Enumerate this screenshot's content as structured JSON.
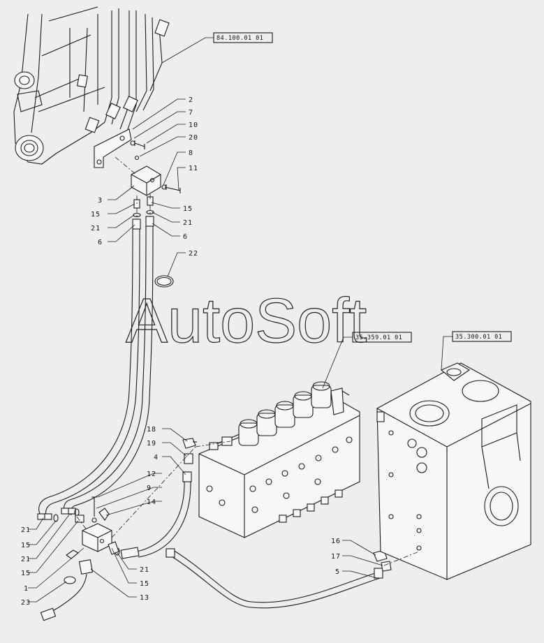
{
  "watermark": "AutoSoft",
  "references": {
    "ref1": "84.100.01 01",
    "ref2": "35.359.01 01",
    "ref3": "35.300.01 01"
  },
  "callouts": {
    "n2": "2",
    "n7": "7",
    "n10": "10",
    "n20": "20",
    "n8": "8",
    "n11": "11",
    "n3": "3",
    "n15a": "15",
    "n21a": "21",
    "n6a": "6",
    "n15b": "15",
    "n21b": "21",
    "n6b": "6",
    "n22": "22",
    "n18": "18",
    "n19": "19",
    "n4": "4",
    "n12": "12",
    "n9": "9",
    "n14": "14",
    "n21c": "21",
    "n15c": "15",
    "n21d": "21",
    "n15d": "15",
    "n1": "1",
    "n23": "23",
    "n21e": "21",
    "n15e": "15",
    "n13": "13",
    "n16": "16",
    "n17": "17",
    "n5": "5"
  }
}
